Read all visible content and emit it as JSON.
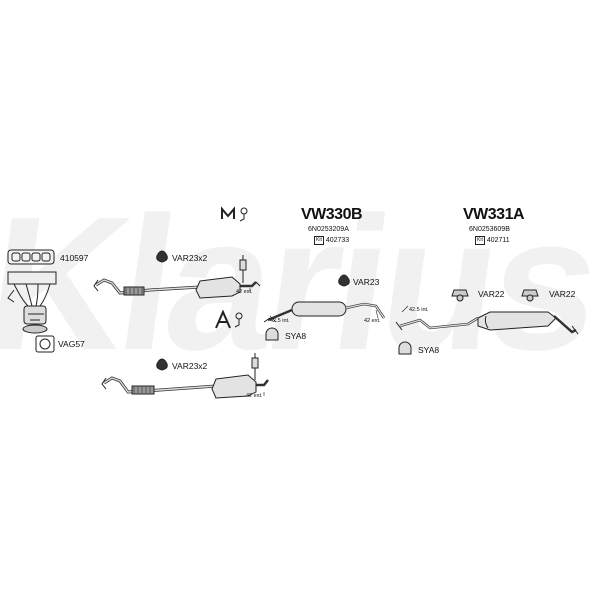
{
  "watermark": "Klarius",
  "systems": [
    {
      "ref": "VW330B",
      "oem": "6N0253209A",
      "kit_badge": "Kit",
      "kit_number": "402733"
    },
    {
      "ref": "VW331A",
      "oem": "6N0253609B",
      "kit_badge": "Kit",
      "kit_number": "402711"
    }
  ],
  "parts": {
    "gasket": "410597",
    "flange_gasket": "VAG57",
    "mount_front_1": "VAR23x2",
    "mount_front_2": "VAR23x2",
    "mount_centre": "VAR23",
    "clamp_1": "SYA8",
    "clamp_2": "SYA8",
    "mount_rear_1": "VAR22",
    "mount_rear_2": "VAR22"
  },
  "dimensions": {
    "front_upper": "42 ext.",
    "front_lower": "42 ext.",
    "centre_inlet": "42.5 int.",
    "centre_outlet": "42 ext.",
    "rear_inlet": "42.5 int."
  },
  "icons": {
    "manual": "manual-gearbox-icon",
    "automatic": "automatic-gearbox-icon"
  },
  "colors": {
    "line": "#222222",
    "fill": "#e6e6e6"
  }
}
